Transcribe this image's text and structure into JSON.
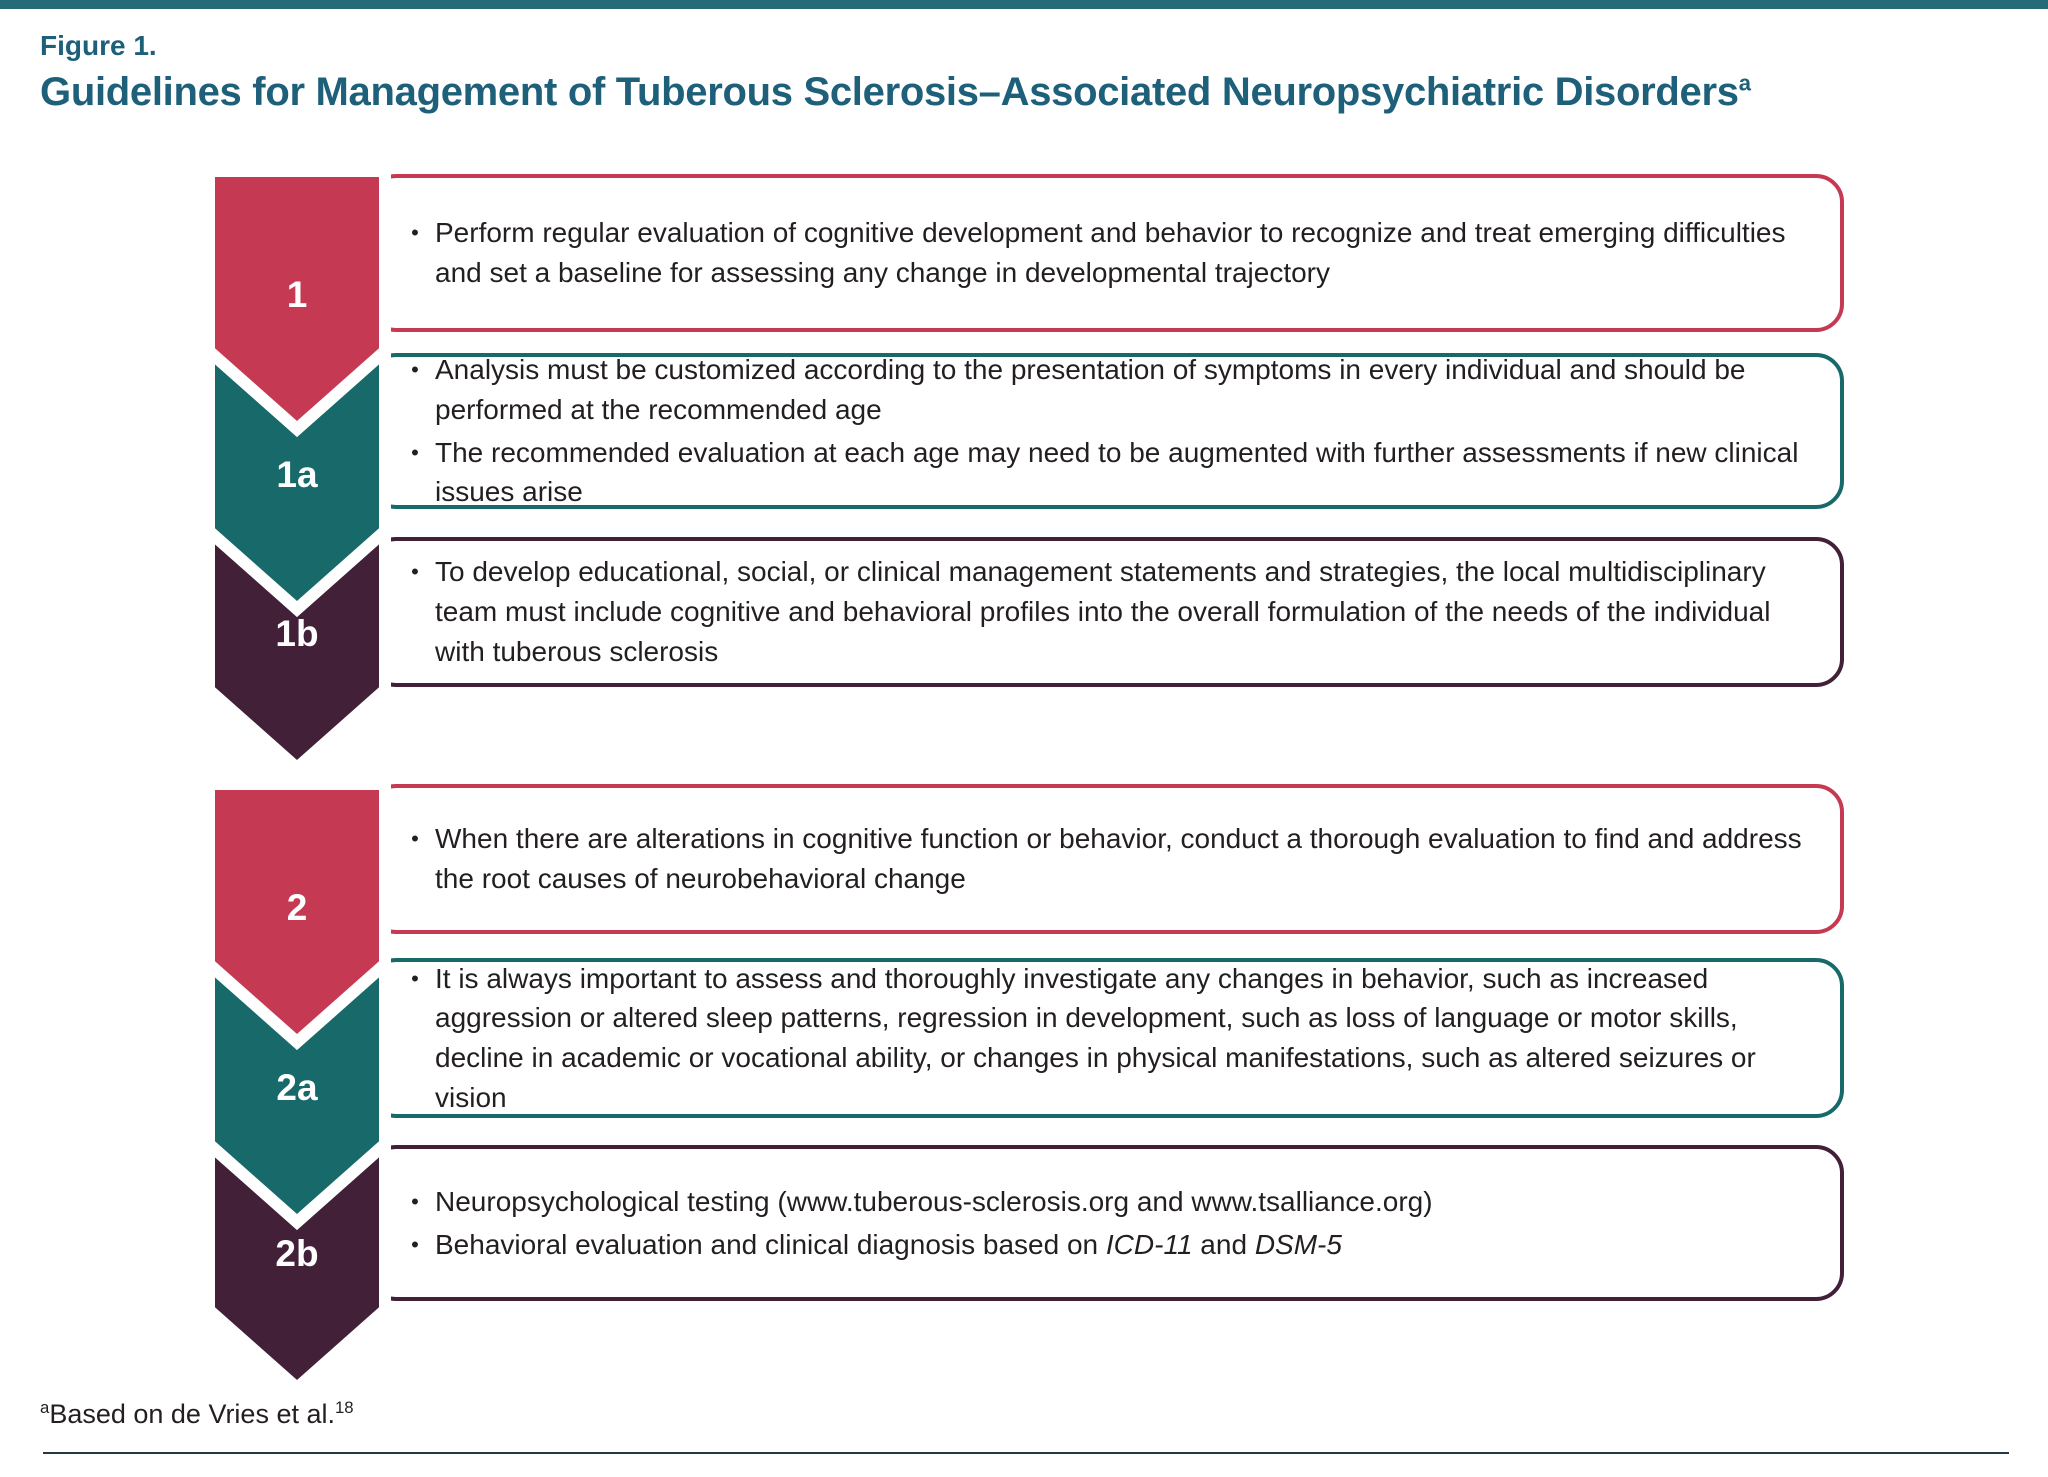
{
  "header": {
    "figure_label": "Figure 1.",
    "title": "Guidelines for Management of Tuberous Sclerosis–Associated Neuropsychiatric Disorders",
    "title_sup": "a"
  },
  "colors": {
    "red": "#c53a52",
    "teal": "#186a6a",
    "plum": "#412038",
    "title_text": "#1e5f7a",
    "body_text": "#231f20",
    "top_bar": "#236b77",
    "rule": "#233744"
  },
  "items": [
    {
      "id": "1",
      "label": "1",
      "color": "red",
      "bullets": [
        [
          {
            "t": "Perform regular evaluation of cognitive development and behavior to recognize and treat emerging difficulties and set a baseline for assessing any change in developmental trajectory"
          }
        ]
      ]
    },
    {
      "id": "1a",
      "label": "1a",
      "color": "teal",
      "bullets": [
        [
          {
            "t": "Analysis must be customized according to the presentation of symptoms in every individual and should be performed at the recommended age"
          }
        ],
        [
          {
            "t": "The recommended evaluation at each age may need to be augmented with further assessments if new clinical issues arise"
          }
        ]
      ]
    },
    {
      "id": "1b",
      "label": "1b",
      "color": "plum",
      "bullets": [
        [
          {
            "t": "To develop educational, social, or clinical management statements and strategies, the local multidisciplinary team must include cognitive and behavioral profiles into the overall formulation of the needs of the individual with tuberous sclerosis"
          }
        ]
      ]
    },
    {
      "id": "2",
      "label": "2",
      "color": "red",
      "bullets": [
        [
          {
            "t": "When there are alterations in cognitive function or behavior, conduct a thorough evaluation to find and address the root causes of neurobehavioral change"
          }
        ]
      ]
    },
    {
      "id": "2a",
      "label": "2a",
      "color": "teal",
      "bullets": [
        [
          {
            "t": "It is always important to assess and thoroughly investigate any changes in behavior, such as increased aggression or altered sleep patterns, regression in development, such as loss of language or motor skills, decline in academic or vocational ability, or changes in physical manifestations, such as altered seizures or vision"
          }
        ]
      ]
    },
    {
      "id": "2b",
      "label": "2b",
      "color": "plum",
      "bullets": [
        [
          {
            "t": "Neuropsychological testing (www.tuberous-sclerosis.org and www.tsalliance.org)"
          }
        ],
        [
          {
            "t": "Behavioral evaluation and clinical diagnosis based on "
          },
          {
            "t": "ICD-11",
            "i": true
          },
          {
            "t": " and "
          },
          {
            "t": "DSM-5",
            "i": true
          }
        ]
      ]
    }
  ],
  "footnote": {
    "sup": "a",
    "text": "Based on de Vries et al.",
    "ref": "18"
  }
}
